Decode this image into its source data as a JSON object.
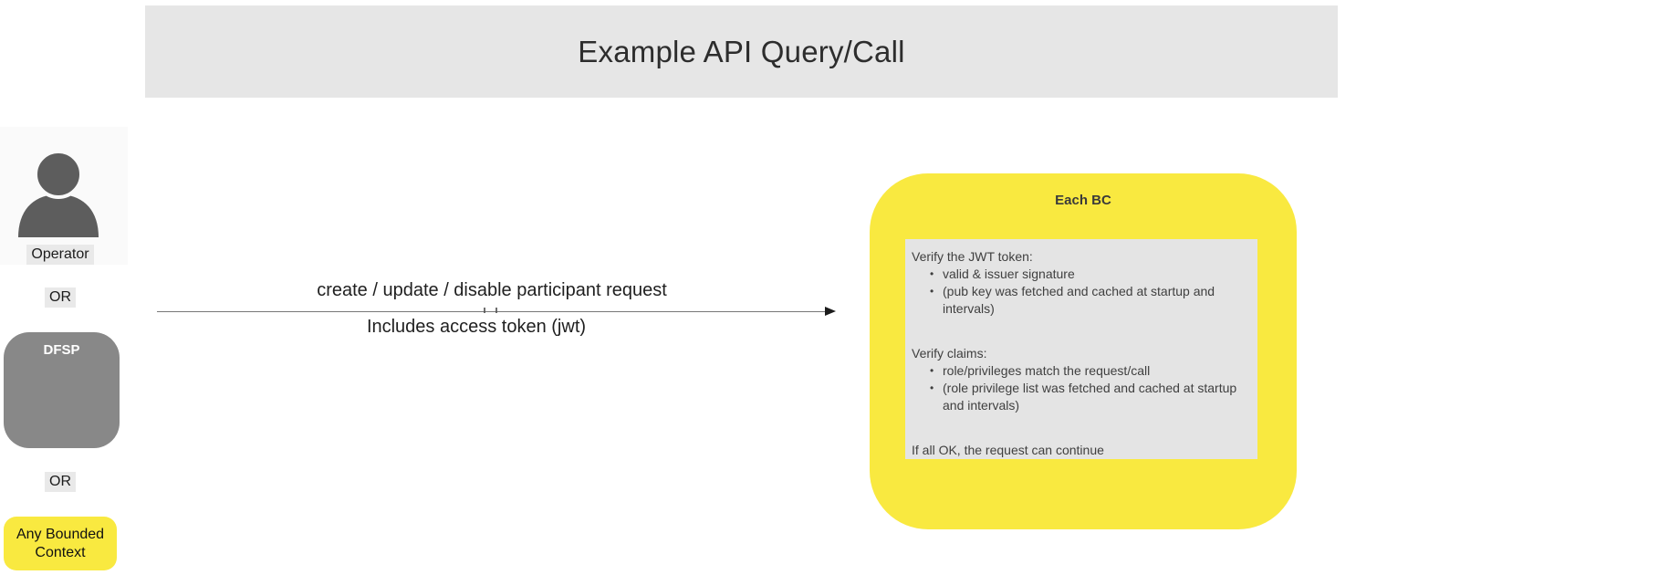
{
  "header": {
    "title": "Example API Query/Call"
  },
  "actors": {
    "operator_label": "Operator",
    "or_top": "OR",
    "dfsp_label": "DFSP",
    "or_bottom": "OR",
    "any_bounded_context_label": "Any Bounded Context"
  },
  "request_arrow": {
    "label": "create / update / disable participant request",
    "sublabel": "Includes access token (jwt)"
  },
  "each_bc": {
    "title": "Each BC",
    "jwt_section": {
      "heading": "Verify the JWT token:",
      "bullets": [
        "valid & issuer signature",
        "(pub key was fetched and cached at startup and intervals)"
      ]
    },
    "claims_section": {
      "heading": "Verify claims:",
      "bullets": [
        "role/privileges match the request/call",
        "(role privilege list was fetched and cached at startup and intervals)"
      ]
    },
    "conclusion": "If all OK, the request can continue"
  },
  "colors": {
    "yellow": "#f9e940",
    "header_gray": "#e6e6e6",
    "panel_gray": "#e4e4e4",
    "dfsp_gray": "#888888",
    "label_chip_gray": "#e9e9e9",
    "icon_gray": "#5d5d5d",
    "arrow_line_gray": "#787878",
    "text_dark": "#2d2d2d"
  }
}
